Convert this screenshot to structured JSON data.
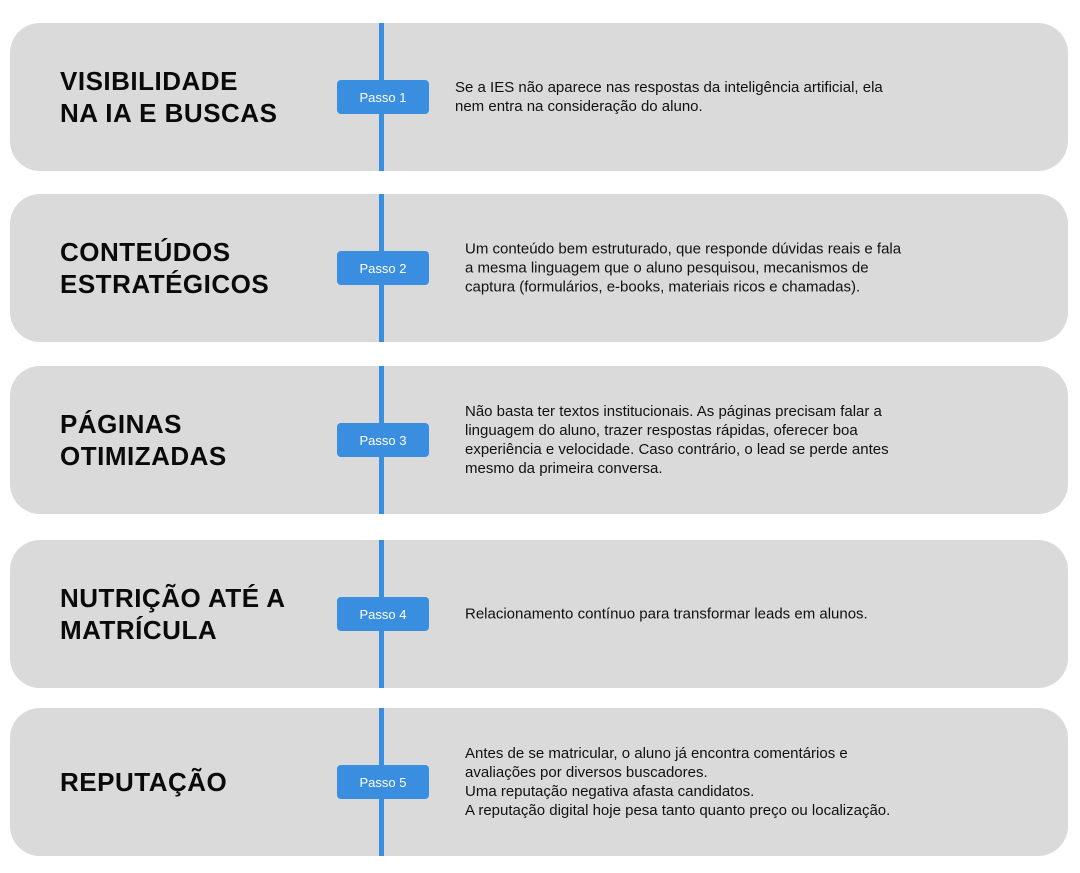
{
  "colors": {
    "accent": "#3a8ee0",
    "card": "#dadada"
  },
  "steps": [
    {
      "title": "VISIBILIDADE\nNA IA E BUSCAS",
      "badge": "Passo 1",
      "description": "Se a IES não aparece nas respostas da inteligência artificial, ela\nnem entra na consideração do aluno."
    },
    {
      "title": "CONTEÚDOS\nESTRATÉGICOS",
      "badge": "Passo 2",
      "description": "Um conteúdo bem estruturado, que responde dúvidas reais e fala\na mesma linguagem que o aluno pesquisou, mecanismos de\ncaptura (formulários, e-books, materiais ricos e chamadas)."
    },
    {
      "title": "PÁGINAS\nOTIMIZADAS",
      "badge": "Passo 3",
      "description": "Não basta ter textos institucionais. As páginas precisam falar a\nlinguagem do aluno, trazer respostas rápidas, oferecer boa\nexperiência e velocidade. Caso contrário, o lead se perde antes\nmesmo da primeira conversa."
    },
    {
      "title": "NUTRIÇÃO ATÉ A\nMATRÍCULA",
      "badge": "Passo 4",
      "description": "Relacionamento contínuo para transformar leads em alunos."
    },
    {
      "title": "REPUTAÇÃO",
      "badge": "Passo 5",
      "description": "Antes de se matricular, o aluno já encontra comentários e\navaliações por diversos buscadores.\nUma reputação negativa afasta candidatos.\nA reputação digital hoje pesa tanto quanto preço ou localização."
    }
  ]
}
